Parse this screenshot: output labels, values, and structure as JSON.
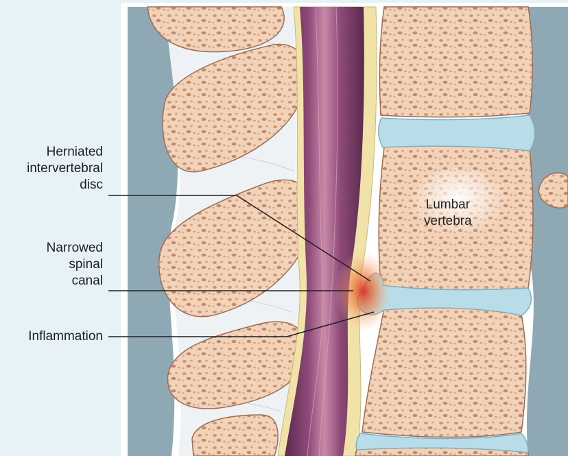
{
  "labels": {
    "herniated_disc": [
      "Herniated",
      "intervertebral",
      "disc"
    ],
    "narrowed_canal": [
      "Narrowed",
      "spinal",
      "canal"
    ],
    "inflammation": [
      "Inflammation"
    ],
    "lumbar_vertebra": [
      "Lumbar",
      "vertebra"
    ]
  },
  "colors": {
    "background": "#e6f2f6",
    "bone": "#f2d3b8",
    "bone_pore": "#c9957a",
    "disc": "#b9dde8",
    "spinal_cord": "#7a3f6a",
    "dura": "#f1e3a8",
    "ligament_area": "#eef2f5",
    "outer_tissue": "#8ea9b4",
    "inflammation": "#e0442a"
  }
}
